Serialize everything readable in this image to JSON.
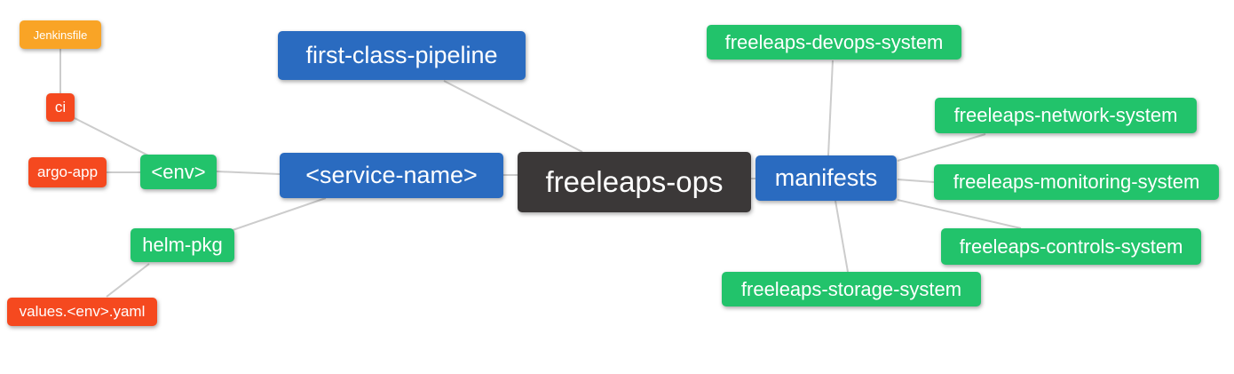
{
  "diagram": {
    "type": "mindmap",
    "background_color": "#ffffff",
    "edge_color": "#cccccc",
    "node_text_color": "#ffffff",
    "palette": {
      "root": "#3b3838",
      "level1": "#2a6bc0",
      "level2": "#22c36b",
      "level3": "#f5491f",
      "level4": "#f9a426"
    },
    "nodes": {
      "root": {
        "label": "freeleaps-ops",
        "level": "root"
      },
      "first_class_pipeline": {
        "label": "first-class-pipeline",
        "level": "level1"
      },
      "service_name": {
        "label": "<service-name>",
        "level": "level1"
      },
      "manifests": {
        "label": "manifests",
        "level": "level1"
      },
      "env": {
        "label": "<env>",
        "level": "level2"
      },
      "helm_pkg": {
        "label": "helm-pkg",
        "level": "level2"
      },
      "devops_system": {
        "label": "freeleaps-devops-system",
        "level": "level2"
      },
      "network_system": {
        "label": "freeleaps-network-system",
        "level": "level2"
      },
      "monitoring_system": {
        "label": "freeleaps-monitoring-system",
        "level": "level2"
      },
      "controls_system": {
        "label": "freeleaps-controls-system",
        "level": "level2"
      },
      "storage_system": {
        "label": "freeleaps-storage-system",
        "level": "level2"
      },
      "ci": {
        "label": "ci",
        "level": "level3"
      },
      "argo_app": {
        "label": "argo-app",
        "level": "level3"
      },
      "values_env_yaml": {
        "label": "values.<env>.yaml",
        "level": "level3"
      },
      "jenkinsfile": {
        "label": "Jenkinsfile",
        "level": "level4"
      }
    },
    "edges": [
      {
        "from": "jenkinsfile",
        "to": "ci"
      },
      {
        "from": "ci",
        "to": "env"
      },
      {
        "from": "argo_app",
        "to": "env"
      },
      {
        "from": "env",
        "to": "service_name"
      },
      {
        "from": "helm_pkg",
        "to": "service_name"
      },
      {
        "from": "values_env_yaml",
        "to": "helm_pkg"
      },
      {
        "from": "first_class_pipeline",
        "to": "root"
      },
      {
        "from": "service_name",
        "to": "root"
      },
      {
        "from": "root",
        "to": "manifests"
      },
      {
        "from": "manifests",
        "to": "devops_system"
      },
      {
        "from": "manifests",
        "to": "network_system"
      },
      {
        "from": "manifests",
        "to": "monitoring_system"
      },
      {
        "from": "manifests",
        "to": "controls_system"
      },
      {
        "from": "manifests",
        "to": "storage_system"
      }
    ]
  }
}
